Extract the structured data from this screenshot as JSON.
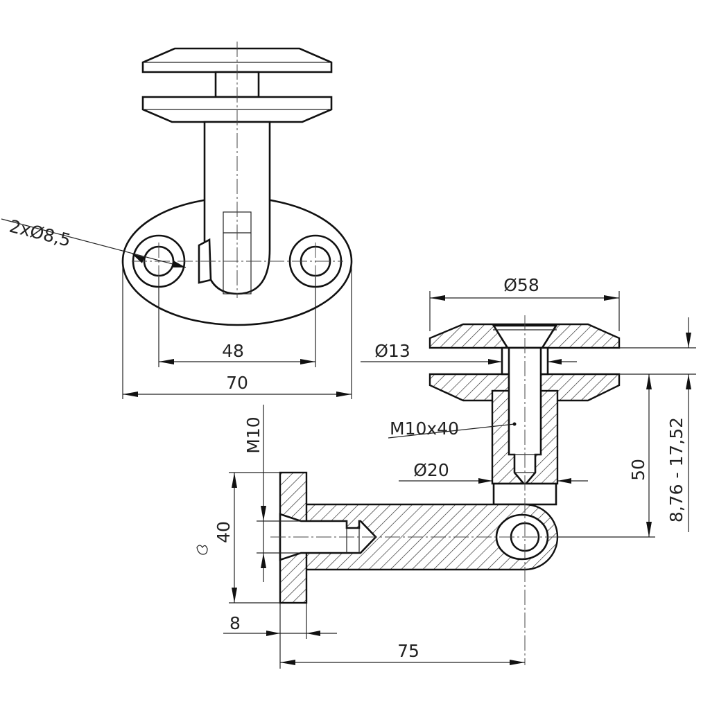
{
  "dimensions": {
    "holes": "2xØ8,5",
    "hole_spacing": "48",
    "base_width": "70",
    "top_diameter": "Ø58",
    "shaft_diameter": "Ø13",
    "bolt": "M10x40",
    "post_diameter": "Ø20",
    "thread": "M10",
    "flange_height": "40",
    "flange_thickness": "8",
    "arm_length": "75",
    "height": "50",
    "glass_range": "8,76 - 17,52"
  }
}
